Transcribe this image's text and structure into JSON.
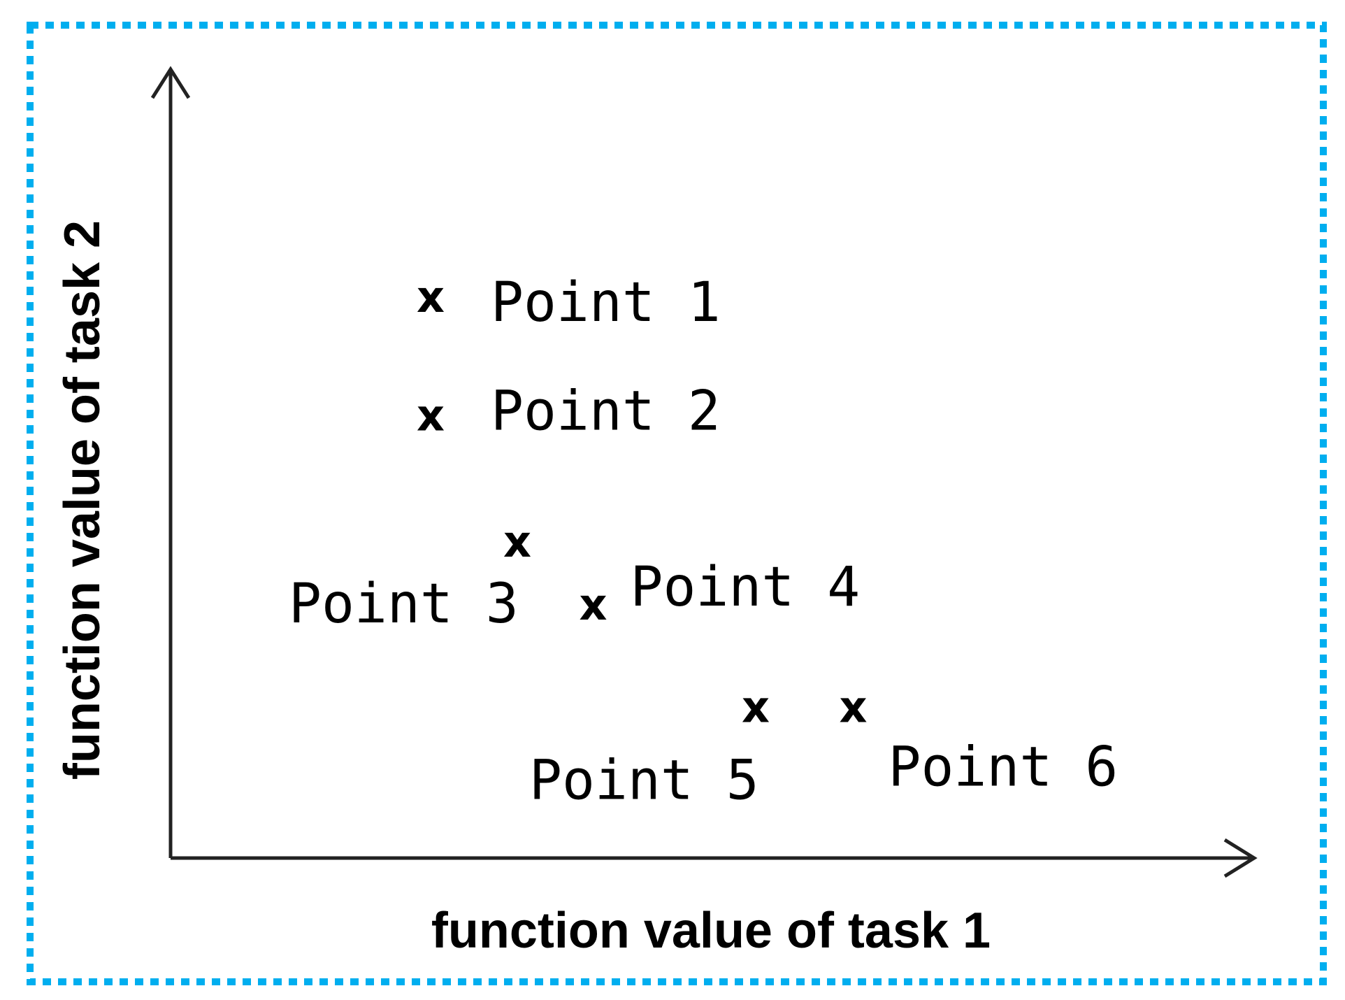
{
  "chart_data": {
    "type": "scatter",
    "title": "",
    "xlabel": "function value of task 1",
    "ylabel": "function value of task 2",
    "xlim": [
      0,
      100
    ],
    "ylim": [
      0,
      100
    ],
    "grid": false,
    "marker": "x",
    "frame_color": "#00AEEF",
    "points": [
      {
        "label": "Point 1",
        "x": 24,
        "y": 71
      },
      {
        "label": "Point 2",
        "x": 24,
        "y": 56
      },
      {
        "label": "Point 3",
        "x": 32,
        "y": 40
      },
      {
        "label": "Point 4",
        "x": 39,
        "y": 32
      },
      {
        "label": "Point 5",
        "x": 54,
        "y": 19
      },
      {
        "label": "Point 6",
        "x": 63,
        "y": 19
      }
    ]
  }
}
